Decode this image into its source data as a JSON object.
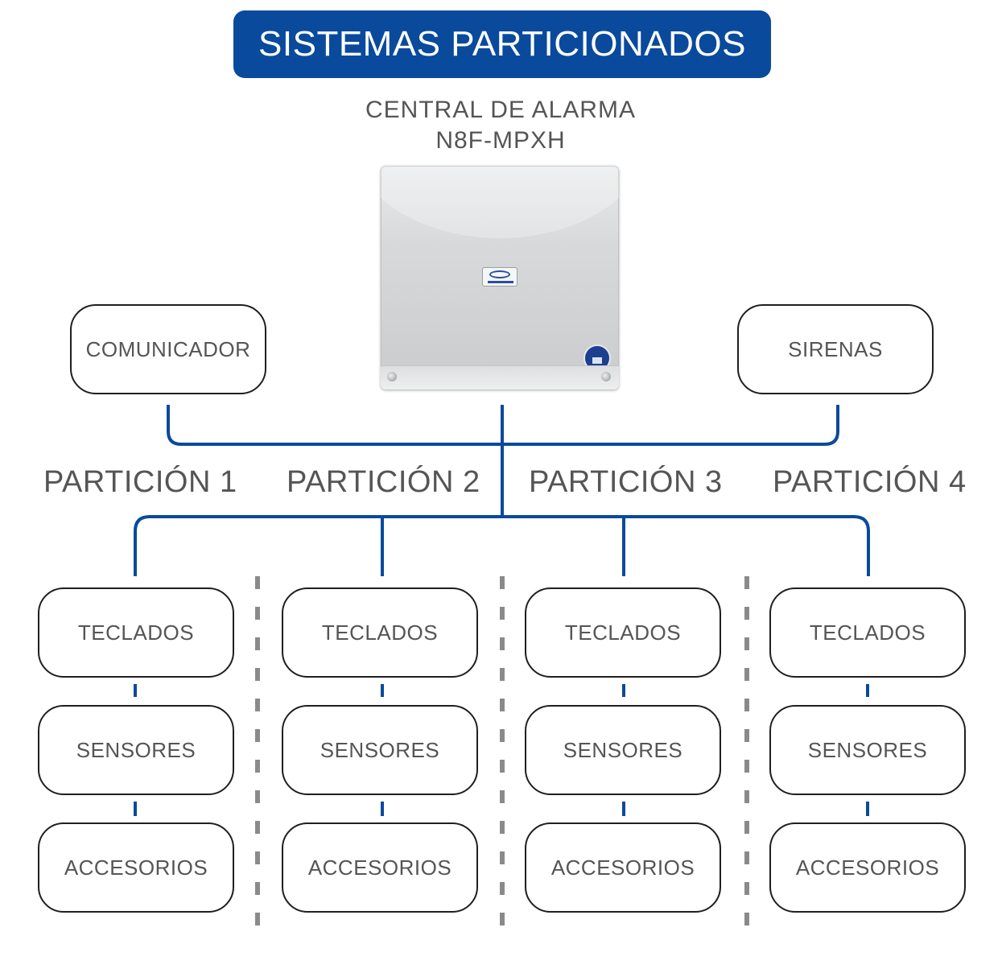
{
  "title": "SISTEMAS PARTICIONADOS",
  "central": {
    "line1": "CENTRAL DE ALARMA",
    "line2": "N8F-MPXH"
  },
  "side_boxes": {
    "left": "COMUNICADOR",
    "right": "SIRENAS"
  },
  "partitions": [
    {
      "label": "PARTICIÓN 1",
      "items": [
        "TECLADOS",
        "SENSORES",
        "ACCESORIOS"
      ]
    },
    {
      "label": "PARTICIÓN 2",
      "items": [
        "TECLADOS",
        "SENSORES",
        "ACCESORIOS"
      ]
    },
    {
      "label": "PARTICIÓN 3",
      "items": [
        "TECLADOS",
        "SENSORES",
        "ACCESORIOS"
      ]
    },
    {
      "label": "PARTICIÓN 4",
      "items": [
        "TECLADOS",
        "SENSORES",
        "ACCESORIOS"
      ]
    }
  ],
  "colors": {
    "accent_blue": "#0a4a9c",
    "text_gray": "#555555",
    "divider_gray": "#8a8a8a",
    "box_border": "#1f1f1f"
  },
  "icons": {
    "device": "alarm-panel-image",
    "logo": "brand-logo-icon",
    "badge": "certification-badge-icon"
  }
}
